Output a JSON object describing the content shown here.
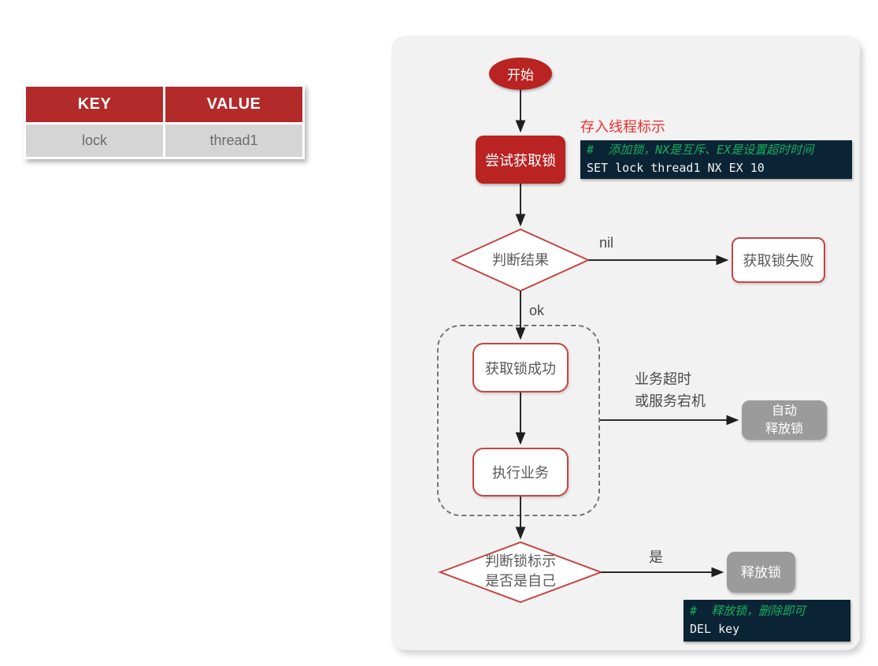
{
  "colors": {
    "page_bg": "#ffffff",
    "panel_bg": "#f2f2f2",
    "node_red": "#b92322",
    "table_header_red": "#b22a29",
    "shape_border_red": "#c64540",
    "annotation_red": "#ec2f2f",
    "gray_node": "#9b9b9b",
    "table_row_gray": "#d5d5d5",
    "code_bg": "#0b2435",
    "code_comment_green": "#16ae5c",
    "code_text": "#f2f2f2",
    "wire_color": "#2b2b2b"
  },
  "table": {
    "headers": [
      "KEY",
      "VALUE"
    ],
    "rows": [
      [
        "lock",
        "thread1"
      ]
    ]
  },
  "flow": {
    "start": "开始",
    "try_lock": "尝试获取锁",
    "annotation": "存入线程标示",
    "code_set_comment": "#  添加锁，NX是互斥、EX是设置超时时间",
    "code_set_command": "SET lock thread1 NX EX 10",
    "judge_result": "判断结果",
    "label_nil": "nil",
    "lock_failed": "获取锁失败",
    "label_ok": "ok",
    "lock_success": "获取锁成功",
    "run_business": "执行业务",
    "label_timeout_1": "业务超时",
    "label_timeout_2": "或服务宕机",
    "auto_release_1": "自动",
    "auto_release_2": "释放锁",
    "judge_owner_1": "判断锁标示",
    "judge_owner_2": "是否是自己",
    "label_yes": "是",
    "release_lock": "释放锁",
    "code_del_comment": "#  释放锁，删除即可",
    "code_del_command": "DEL key"
  }
}
